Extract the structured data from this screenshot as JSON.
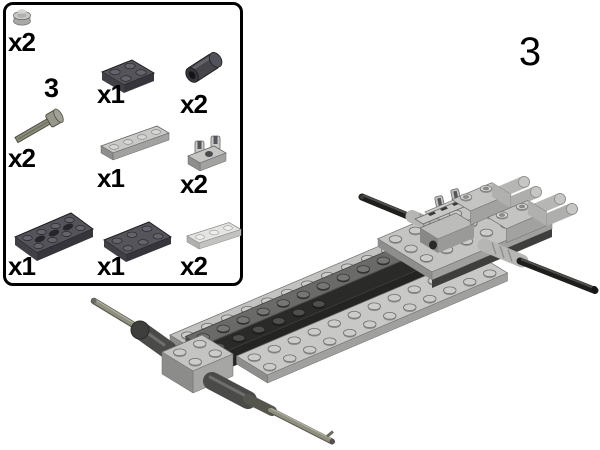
{
  "step": {
    "number": "3"
  },
  "parts_panel": {
    "parts": {
      "round_plate_1x1": {
        "name": "round-plate-1x1-light-gray",
        "count": "x2"
      },
      "axle_3": {
        "name": "axle-3-with-stud-end",
        "length_label": "3",
        "count": "x2"
      },
      "technic_plate_2x4": {
        "name": "technic-plate-2x4-dark-gray",
        "count": "x1"
      },
      "plate_2x2": {
        "name": "plate-2x2-dark-gray",
        "count": "x1"
      },
      "plate_1x4": {
        "name": "plate-1x4-light-gray",
        "count": "x1"
      },
      "plate_2x3": {
        "name": "plate-2x3-dark-gray",
        "count": "x1"
      },
      "pin_connector_round": {
        "name": "pin-connector-round-dark-gray",
        "count": "x2"
      },
      "plate_1x2_with_clips": {
        "name": "plate-1x2-with-clips-light-gray",
        "count": "x2"
      },
      "plate_1x3": {
        "name": "plate-1x3-white",
        "count": "x2"
      }
    }
  },
  "colors": {
    "background": "#FFFFFF",
    "outline": "#000000",
    "light_gray": "#C6C6C4",
    "dark_gray": "#5A5A58",
    "black_part": "#242422",
    "olive_axle": "#8B8B79"
  }
}
